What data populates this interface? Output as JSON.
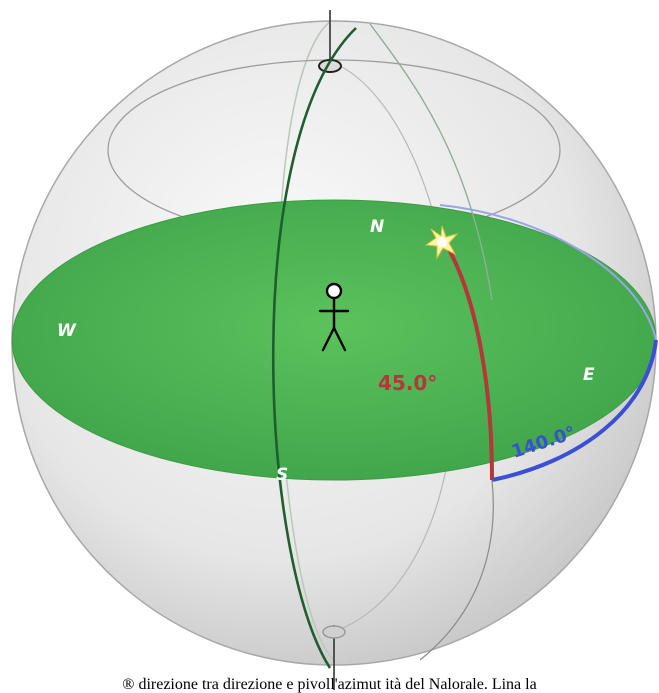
{
  "diagram": {
    "cardinal": {
      "north": "N",
      "south": "S",
      "east": "E",
      "west": "W"
    },
    "altitude_label": "45.0°",
    "azimuth_label": "140.0°",
    "colors": {
      "horizon_fill": "#4fb34f",
      "meridian": "#1f5e2e",
      "altitude_arc": "#b5373a",
      "azimuth_arc": "#3a4fd6",
      "sphere_outline": "#9a9a9a"
    },
    "icons": {
      "observer": "stick-figure-icon",
      "star": "star-burst-icon"
    }
  },
  "caption": "® direzione tra direzione e pivoll'azimut ità del Nalorale. Lina la"
}
